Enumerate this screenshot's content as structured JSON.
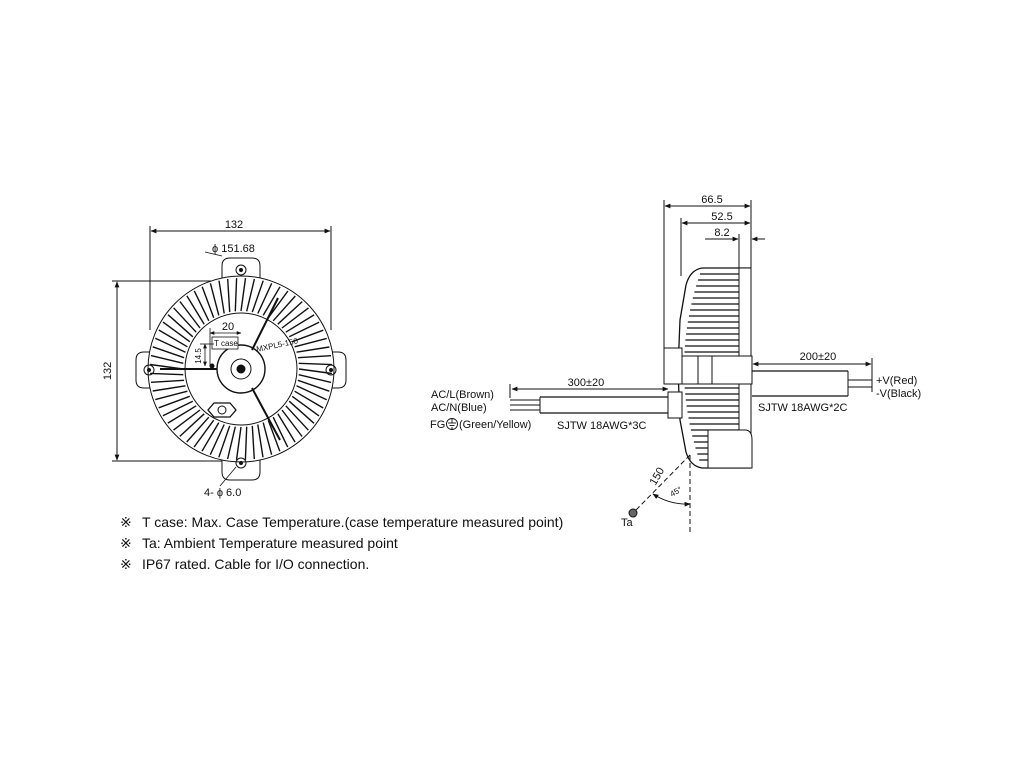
{
  "front_view": {
    "width": "132",
    "diameter": "ϕ 151.68",
    "height": "132",
    "tcase_offset": "20",
    "tcase_label": "T case",
    "tcase_vertical": "14.5",
    "model_mark": "MXPL5-150",
    "mount_holes": "4- ϕ 6.0"
  },
  "side_view": {
    "overall_depth": "66.5",
    "body_depth": "52.5",
    "flange": "8.2",
    "input_cable_length": "300±20",
    "output_cable_length": "200±20",
    "input_cable_type": "SJTW 18AWG*3C",
    "output_cable_type": "SJTW 18AWG*2C",
    "wire_acl": "AC/L(Brown)",
    "wire_acn": "AC/N(Blue)",
    "wire_fg_prefix": "FG",
    "wire_fg_suffix": "(Green/Yellow)",
    "vplus": "+V(Red)",
    "vminus": "-V(Black)",
    "ta_distance": "150",
    "ta_angle": "45°",
    "ta_label": "Ta"
  },
  "notes": [
    {
      "mark": "※",
      "text": "T case: Max. Case Temperature.(case temperature measured point)"
    },
    {
      "mark": "※",
      "text": "Ta: Ambient Temperature measured point"
    },
    {
      "mark": "※",
      "text": "IP67 rated. Cable for I/O connection."
    }
  ]
}
